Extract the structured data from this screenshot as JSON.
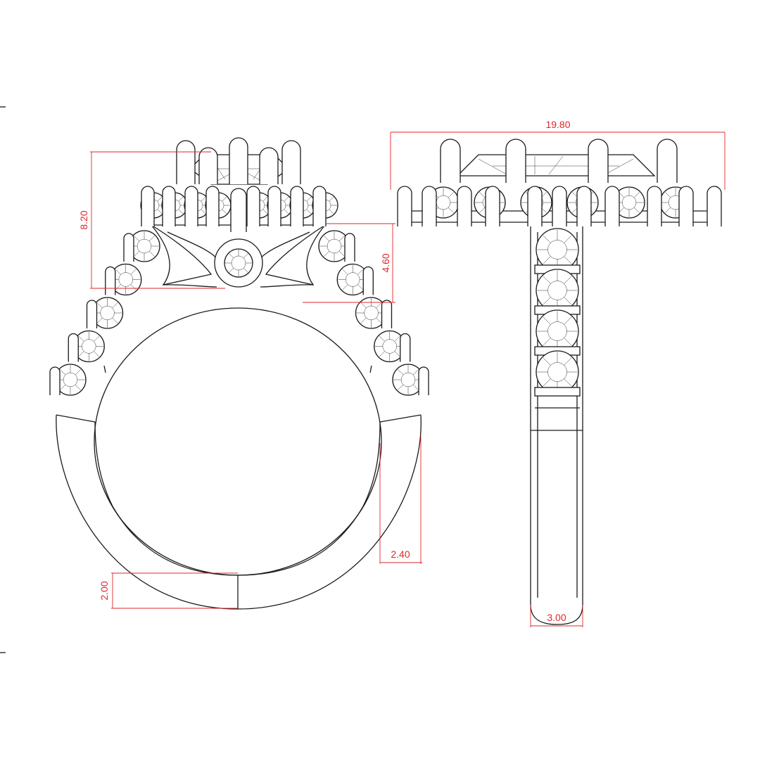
{
  "colors": {
    "outline": "#1a1a1a",
    "dimension": "#e0262b",
    "background": "#ffffff"
  },
  "dimensions": {
    "head_height": "8.20",
    "gallery_height": "4.60",
    "shank_side_height": "2.40",
    "shank_bottom_thickness": "2.00",
    "halo_width": "19.80",
    "shank_width": "3.00"
  },
  "views": {
    "side": {
      "accent_stones_per_side": 5
    },
    "front": {
      "shank_stones": 4,
      "halo_stones": 6
    }
  }
}
